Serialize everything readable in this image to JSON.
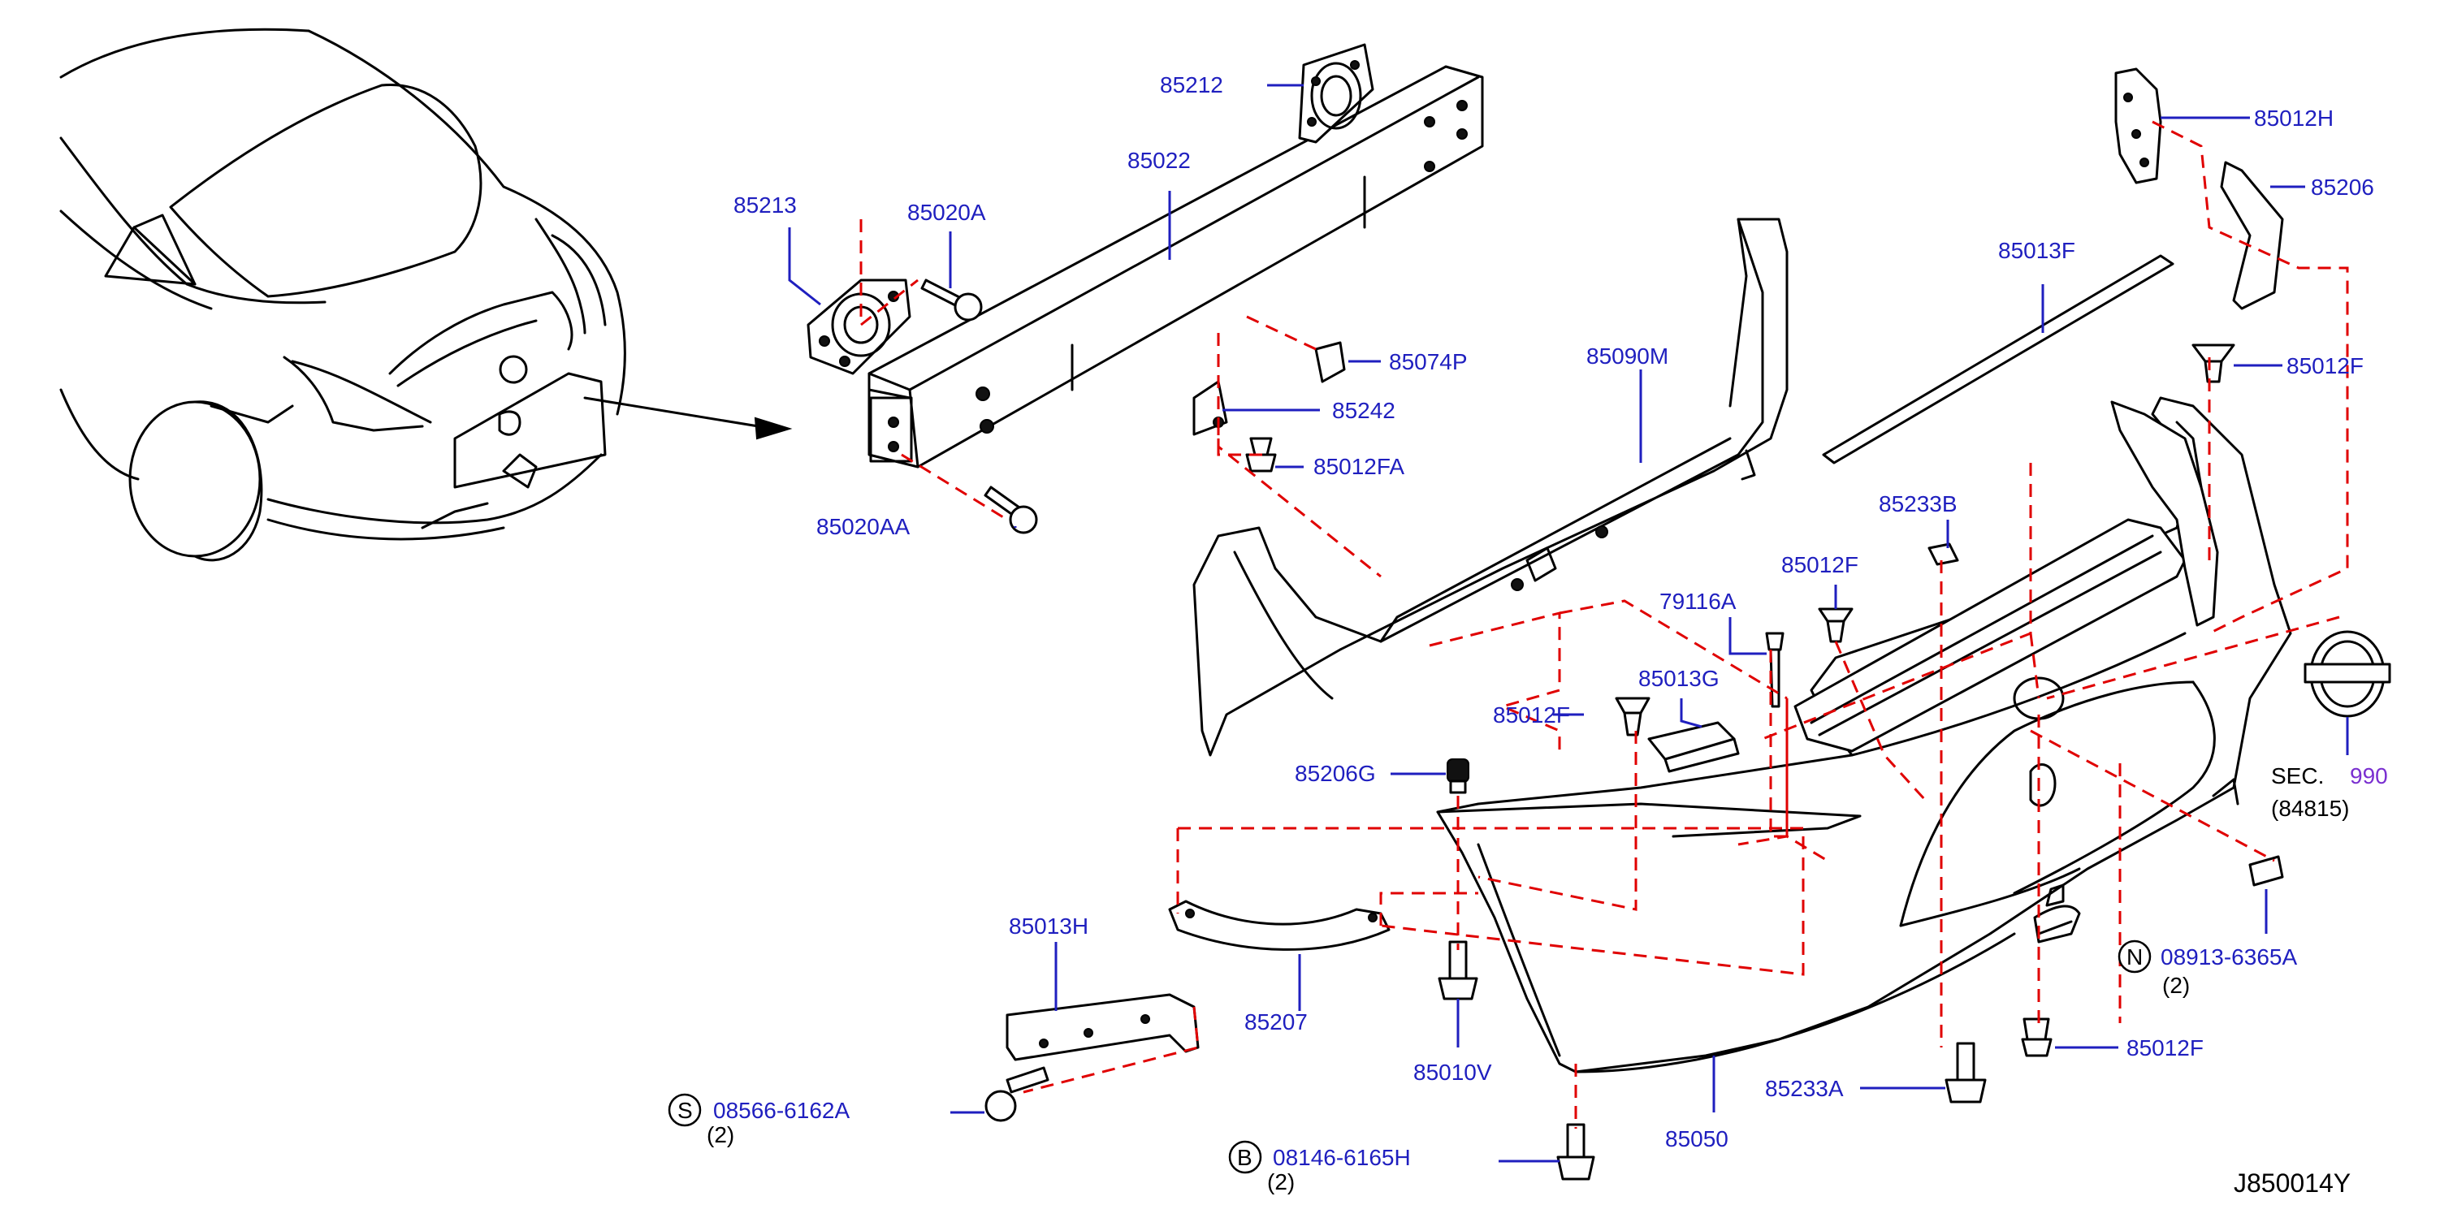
{
  "diagram_id": "J850014Y",
  "labels": {
    "p85212": "85212",
    "p85022": "85022",
    "p85213": "85213",
    "p85020A": "85020A",
    "p85074P": "85074P",
    "p85242": "85242",
    "p85012FA": "85012FA",
    "p85020AA": "85020AA",
    "p85090M": "85090M",
    "p85012H": "85012H",
    "p85206": "85206",
    "p85013F": "85013F",
    "p85012F_right": "85012F",
    "p85233B": "85233B",
    "p85012F_center": "85012F",
    "p79116A": "79116A",
    "p85013G": "85013G",
    "p85012F_left": "85012F",
    "p85206G": "85206G",
    "p85013H": "85013H",
    "p85207": "85207",
    "p85010V": "85010V",
    "p85050": "85050",
    "p85233A": "85233A",
    "p85012F_bottom": "85012F",
    "sec_prefix": "SEC.",
    "sec_number": "990",
    "sec_sub": "(84815)",
    "n_code": "08913-6365A",
    "n_letter": "N",
    "n_qty": "(2)",
    "s_code": "08566-6162A",
    "s_letter": "S",
    "s_qty": "(2)",
    "b_code": "08146-6165H",
    "b_letter": "B",
    "b_qty": "(2)"
  },
  "colors": {
    "label": "#1f1fbf",
    "leader_dash": "#e00000",
    "section_ref": "#7a2fd0",
    "line_art": "#000000"
  }
}
